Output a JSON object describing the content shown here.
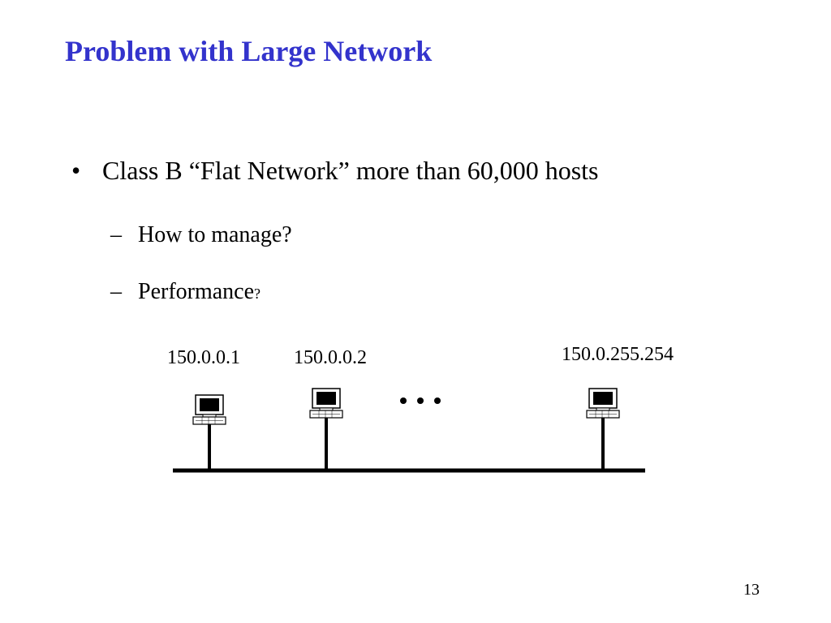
{
  "slide": {
    "title": "Problem with Large Network",
    "bullet": {
      "mark": "•",
      "text": "Class B “Flat Network” more than 60,000 hosts",
      "sub_items": [
        {
          "mark": "–",
          "text": "How to manage?",
          "suffix": ""
        },
        {
          "mark": "–",
          "text": "Performance",
          "suffix": "?"
        }
      ]
    },
    "diagram": {
      "hosts": [
        {
          "label": "150.0.0.1",
          "icon": "computer-icon"
        },
        {
          "label": "150.0.0.2",
          "icon": "computer-icon"
        },
        {
          "label": "150.0.255.254",
          "icon": "computer-icon"
        }
      ],
      "ellipsis": "…",
      "bus": "network-bus-line"
    },
    "page_number": "13"
  },
  "colors": {
    "title": "#3333cc",
    "text": "#000000",
    "background": "#ffffff"
  }
}
